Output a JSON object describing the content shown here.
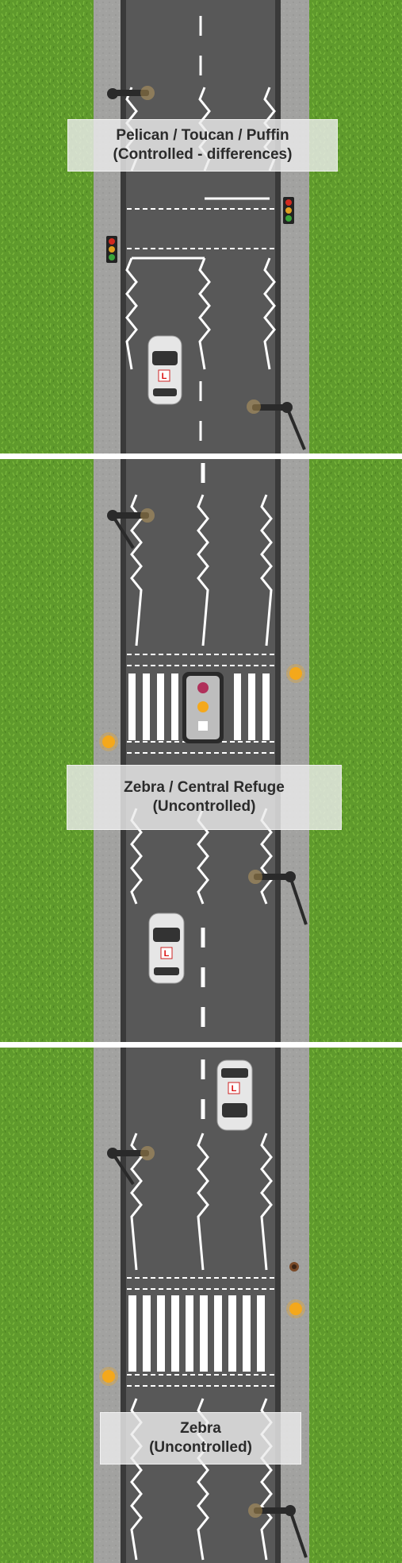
{
  "scenes": [
    {
      "title_line1": "Pelican / Toucan / Puffin",
      "title_line2": "(Controlled - differences)"
    },
    {
      "title_line1": "Zebra / Central Refuge",
      "title_line2": "(Uncontrolled)"
    },
    {
      "title_line1": "Zebra",
      "title_line2": "(Uncontrolled)"
    }
  ],
  "car_badge": "L",
  "colors": {
    "grass": "#5f9a2c",
    "pavement": "#a2a2a0",
    "kerb": "#3a3a3a",
    "road": "#585858",
    "marking": "#ffffff",
    "belisha": "#f4a81c",
    "signal_red": "#d22a20",
    "signal_amber": "#e0a020",
    "signal_green": "#3aa33a"
  }
}
